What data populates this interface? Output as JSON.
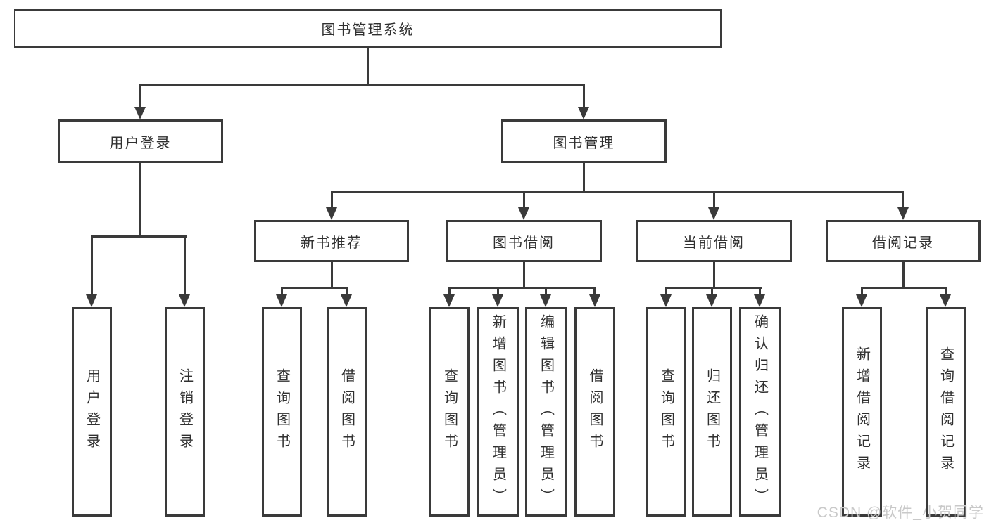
{
  "tree": {
    "label": "图书管理系统",
    "children": [
      {
        "label": "用户登录",
        "children": [
          {
            "label": "用户登录"
          },
          {
            "label": "注销登录"
          }
        ]
      },
      {
        "label": "图书管理",
        "children": [
          {
            "label": "新书推荐",
            "children": [
              {
                "label": "查询图书"
              },
              {
                "label": "借阅图书"
              }
            ]
          },
          {
            "label": "图书借阅",
            "children": [
              {
                "label": "查询图书"
              },
              {
                "label": "新增图书（管理员）"
              },
              {
                "label": "编辑图书（管理员）"
              },
              {
                "label": "借阅图书"
              }
            ]
          },
          {
            "label": "当前借阅",
            "children": [
              {
                "label": "查询图书"
              },
              {
                "label": "归还图书"
              },
              {
                "label": "确认归还（管理员）"
              }
            ]
          },
          {
            "label": "借阅记录",
            "children": [
              {
                "label": "新增借阅记录"
              },
              {
                "label": "查询借阅记录"
              }
            ]
          }
        ]
      }
    ]
  },
  "watermark": {
    "text": "CSDN @软件_小贺同学"
  },
  "colors": {
    "line": "#3a3a3a",
    "border": "#3a3a3a",
    "text": "#303030",
    "watermark": "#c9c9c9",
    "background": "#ffffff"
  }
}
